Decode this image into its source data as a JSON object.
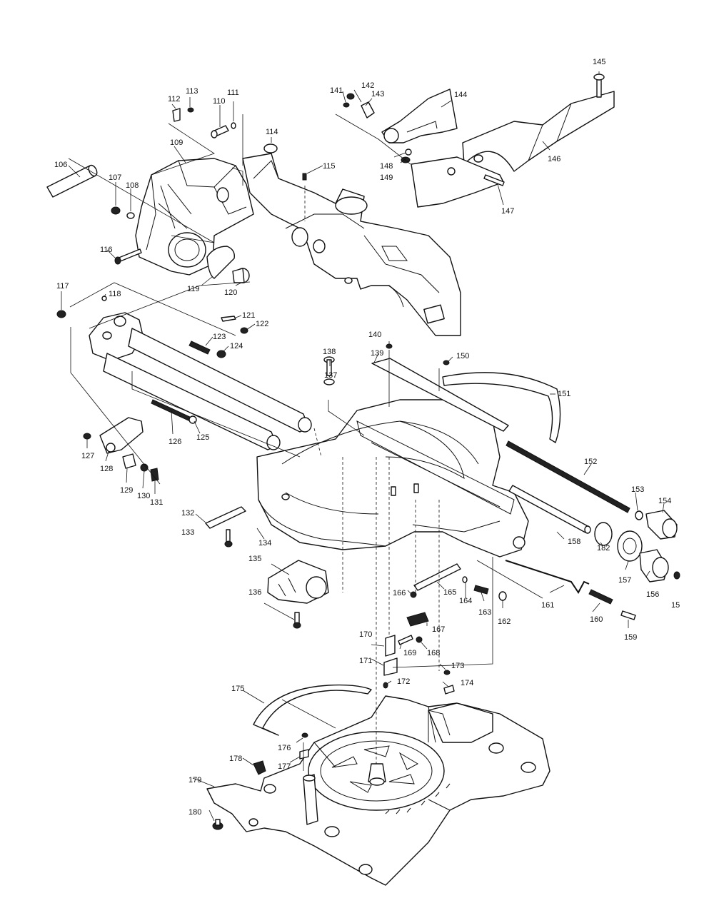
{
  "diagram": {
    "type": "exploded-parts-view",
    "parts": [
      {
        "num": "106"
      },
      {
        "num": "107"
      },
      {
        "num": "108"
      },
      {
        "num": "109"
      },
      {
        "num": "110"
      },
      {
        "num": "111"
      },
      {
        "num": "112"
      },
      {
        "num": "113"
      },
      {
        "num": "114"
      },
      {
        "num": "115"
      },
      {
        "num": "116"
      },
      {
        "num": "117"
      },
      {
        "num": "118"
      },
      {
        "num": "119"
      },
      {
        "num": "120"
      },
      {
        "num": "121"
      },
      {
        "num": "122"
      },
      {
        "num": "123"
      },
      {
        "num": "124"
      },
      {
        "num": "125"
      },
      {
        "num": "126"
      },
      {
        "num": "127"
      },
      {
        "num": "128"
      },
      {
        "num": "129"
      },
      {
        "num": "130"
      },
      {
        "num": "131"
      },
      {
        "num": "132"
      },
      {
        "num": "133"
      },
      {
        "num": "134"
      },
      {
        "num": "135"
      },
      {
        "num": "136"
      },
      {
        "num": "137"
      },
      {
        "num": "138"
      },
      {
        "num": "139"
      },
      {
        "num": "140"
      },
      {
        "num": "141"
      },
      {
        "num": "142"
      },
      {
        "num": "143"
      },
      {
        "num": "144"
      },
      {
        "num": "145"
      },
      {
        "num": "146"
      },
      {
        "num": "147"
      },
      {
        "num": "148"
      },
      {
        "num": "149"
      },
      {
        "num": "150"
      },
      {
        "num": "151"
      },
      {
        "num": "152"
      },
      {
        "num": "153"
      },
      {
        "num": "154"
      },
      {
        "num": "15"
      },
      {
        "num": "156"
      },
      {
        "num": "157"
      },
      {
        "num": "158"
      },
      {
        "num": "159"
      },
      {
        "num": "160"
      },
      {
        "num": "161"
      },
      {
        "num": "162"
      },
      {
        "num": "163"
      },
      {
        "num": "164"
      },
      {
        "num": "165"
      },
      {
        "num": "166"
      },
      {
        "num": "167"
      },
      {
        "num": "168"
      },
      {
        "num": "169"
      },
      {
        "num": "170"
      },
      {
        "num": "171"
      },
      {
        "num": "172"
      },
      {
        "num": "173"
      },
      {
        "num": "174"
      },
      {
        "num": "175"
      },
      {
        "num": "176"
      },
      {
        "num": "177"
      },
      {
        "num": "178"
      },
      {
        "num": "179"
      },
      {
        "num": "180"
      },
      {
        "num": "182"
      }
    ]
  }
}
